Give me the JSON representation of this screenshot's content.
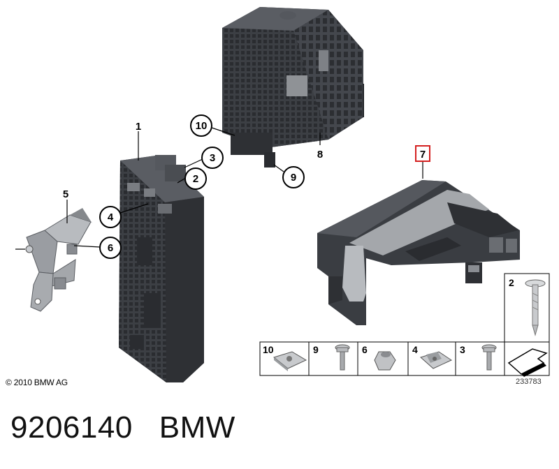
{
  "callouts": {
    "c1": "1",
    "c2": "2",
    "c3": "3",
    "c4": "4",
    "c5": "5",
    "c6": "6",
    "c7": "7",
    "c8": "8",
    "c9": "9",
    "c10": "10"
  },
  "hardware_row": {
    "cells": [
      {
        "label": "10",
        "icon": "speed-nut-icon"
      },
      {
        "label": "9",
        "icon": "screw-icon"
      },
      {
        "label": "6",
        "icon": "hex-nut-icon"
      },
      {
        "label": "4",
        "icon": "clip-nut-icon"
      },
      {
        "label": "3",
        "icon": "bolt-icon"
      }
    ],
    "special_label": "2",
    "special_icon": "expanding-rivet-icon",
    "arrow_icon": "direction-arrow-icon"
  },
  "copyright": "© 2010 BMW AG",
  "diagram_ref": "233783",
  "caption": {
    "part_number": "9206140",
    "brand": "BMW"
  },
  "colors": {
    "part_dark": "#3a3d42",
    "part_mid": "#55585e",
    "part_light": "#8a8d93",
    "bracket": "#9a9da2",
    "highlight_box": "#d42020"
  }
}
